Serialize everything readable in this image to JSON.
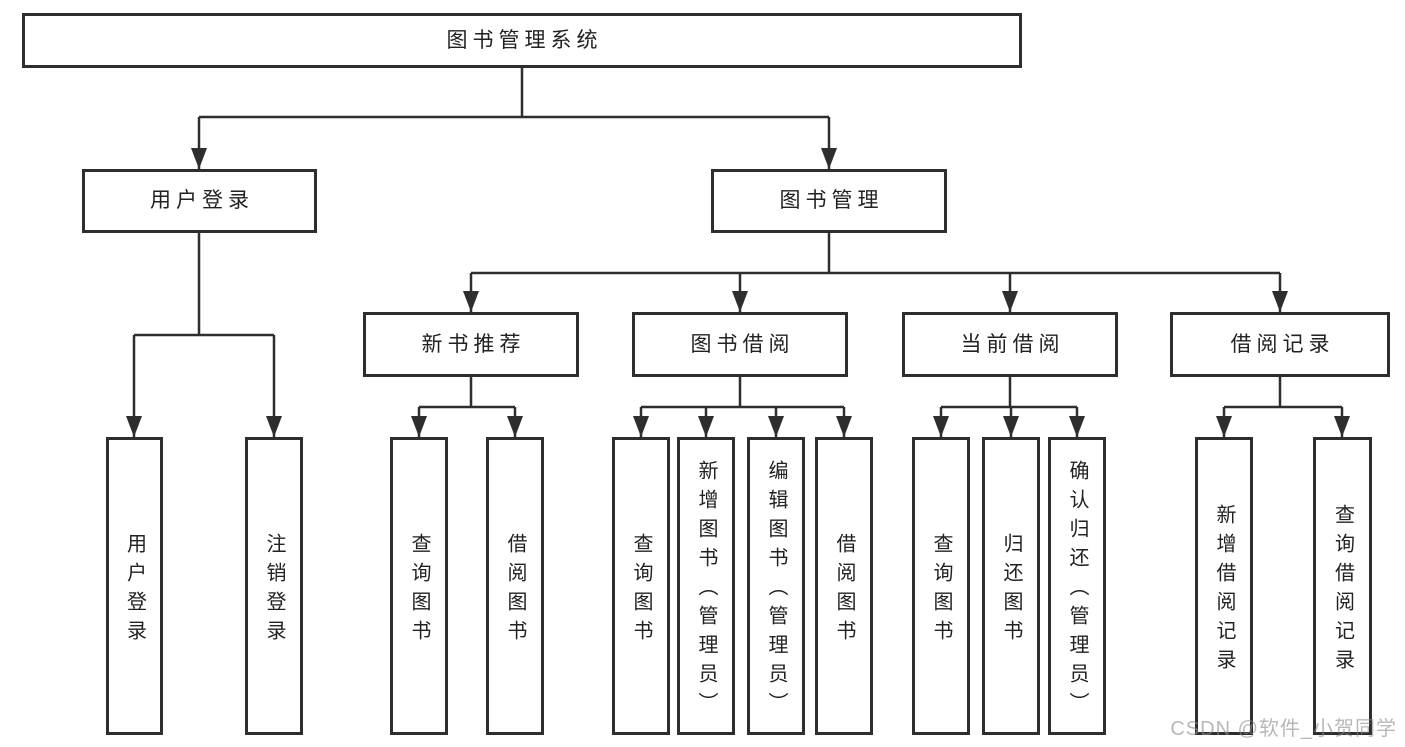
{
  "tree": {
    "label": "图书管理系统",
    "children": [
      {
        "label": "用户登录",
        "children": [
          {
            "label": "用户登录"
          },
          {
            "label": "注销登录"
          }
        ]
      },
      {
        "label": "图书管理",
        "children": [
          {
            "label": "新书推荐",
            "children": [
              {
                "label": "查询图书"
              },
              {
                "label": "借阅图书"
              }
            ]
          },
          {
            "label": "图书借阅",
            "children": [
              {
                "label": "查询图书"
              },
              {
                "label": "新增图书（管理员）"
              },
              {
                "label": "编辑图书（管理员）"
              },
              {
                "label": "借阅图书"
              }
            ]
          },
          {
            "label": "当前借阅",
            "children": [
              {
                "label": "查询图书"
              },
              {
                "label": "归还图书"
              },
              {
                "label": "确认归还（管理员）"
              }
            ]
          },
          {
            "label": "借阅记录",
            "children": [
              {
                "label": "新增借阅记录"
              },
              {
                "label": "查询借阅记录"
              }
            ]
          }
        ]
      }
    ]
  },
  "watermark": "CSDN @软件_小贺同学",
  "colors": {
    "line": "#2e2e2e",
    "box_border": "#2e2e2e",
    "text": "#222222",
    "background": "#ffffff",
    "watermark_text": "#b5b5b5"
  }
}
